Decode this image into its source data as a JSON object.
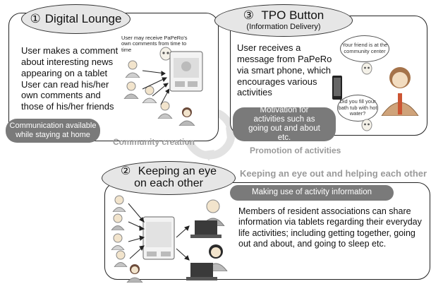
{
  "panels": {
    "digital_lounge": {
      "number": "①",
      "title": "Digital Lounge",
      "body": "User makes a comment about interesting news appearing on a tablet User can read his/her own comments and those of his/her friends",
      "note": "User may receive PaPeRo's own comments from time to time",
      "caption": "Communication available while staying at home"
    },
    "tpo_button": {
      "number": "③",
      "title": "TPO Button",
      "subtitle": "(Information Delivery)",
      "body": "User receives a message from PaPeRo via smart phone, which encourages various activities",
      "bubble1": "Your friend is at the community center",
      "bubble2": "Did you fill your bath tub with hot water?",
      "caption": "Motivation for activities such as going out and about etc."
    },
    "keeping_eye": {
      "number": "②",
      "title_line1": "Keeping an eye",
      "title_line2": "on each other",
      "header": "Making use of activity information",
      "body": "Members of resident associations can share information via tablets regarding their everyday life activities; including getting together, going out and about, and going to sleep etc."
    }
  },
  "labels": {
    "community": "Community creation",
    "promotion": "Promotion of activities",
    "keeping": "Keeping an eye out and helping each other"
  },
  "icons": [
    "person-icon",
    "tablet-icon",
    "robot-icon",
    "smartphone-icon",
    "laptop-icon",
    "cycle-arrows-icon",
    "double-arrow-icon"
  ]
}
